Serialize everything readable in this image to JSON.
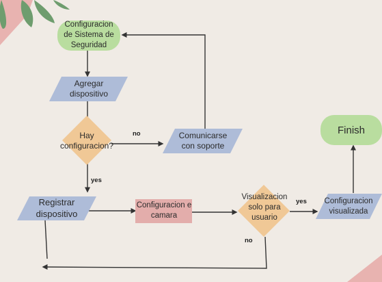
{
  "colors": {
    "background": "#f0ebe5",
    "start_node": "#b9dd9f",
    "io_node": "#aebcd8",
    "decision_node": "#f0c896",
    "process_node": "#e3adab",
    "end_node": "#b9dd9f",
    "connector": "#333333",
    "leaf_decoration": "#6e9d6e",
    "pink_decoration": "#e8b3b0"
  },
  "nodes": {
    "start": "Configuracion\nde Sistema de\nSeguridad",
    "add_device": "Agregar\ndispositivo",
    "has_config": "Hay\nconfiguracion?",
    "contact_support": "Comunicarse\ncon soporte",
    "register_device": "Registrar\ndispositivo",
    "camera_config": "Configuracion e\ncamara",
    "user_only_view": "Visualizacion\nsolo para\nusuario",
    "config_viewed": "Configuracion\nvisualizada",
    "finish": "Finish"
  },
  "edge_labels": {
    "no_to_support": "no",
    "yes_to_register": "yes",
    "yes_to_viewed": "yes",
    "no_loop_back": "no"
  }
}
